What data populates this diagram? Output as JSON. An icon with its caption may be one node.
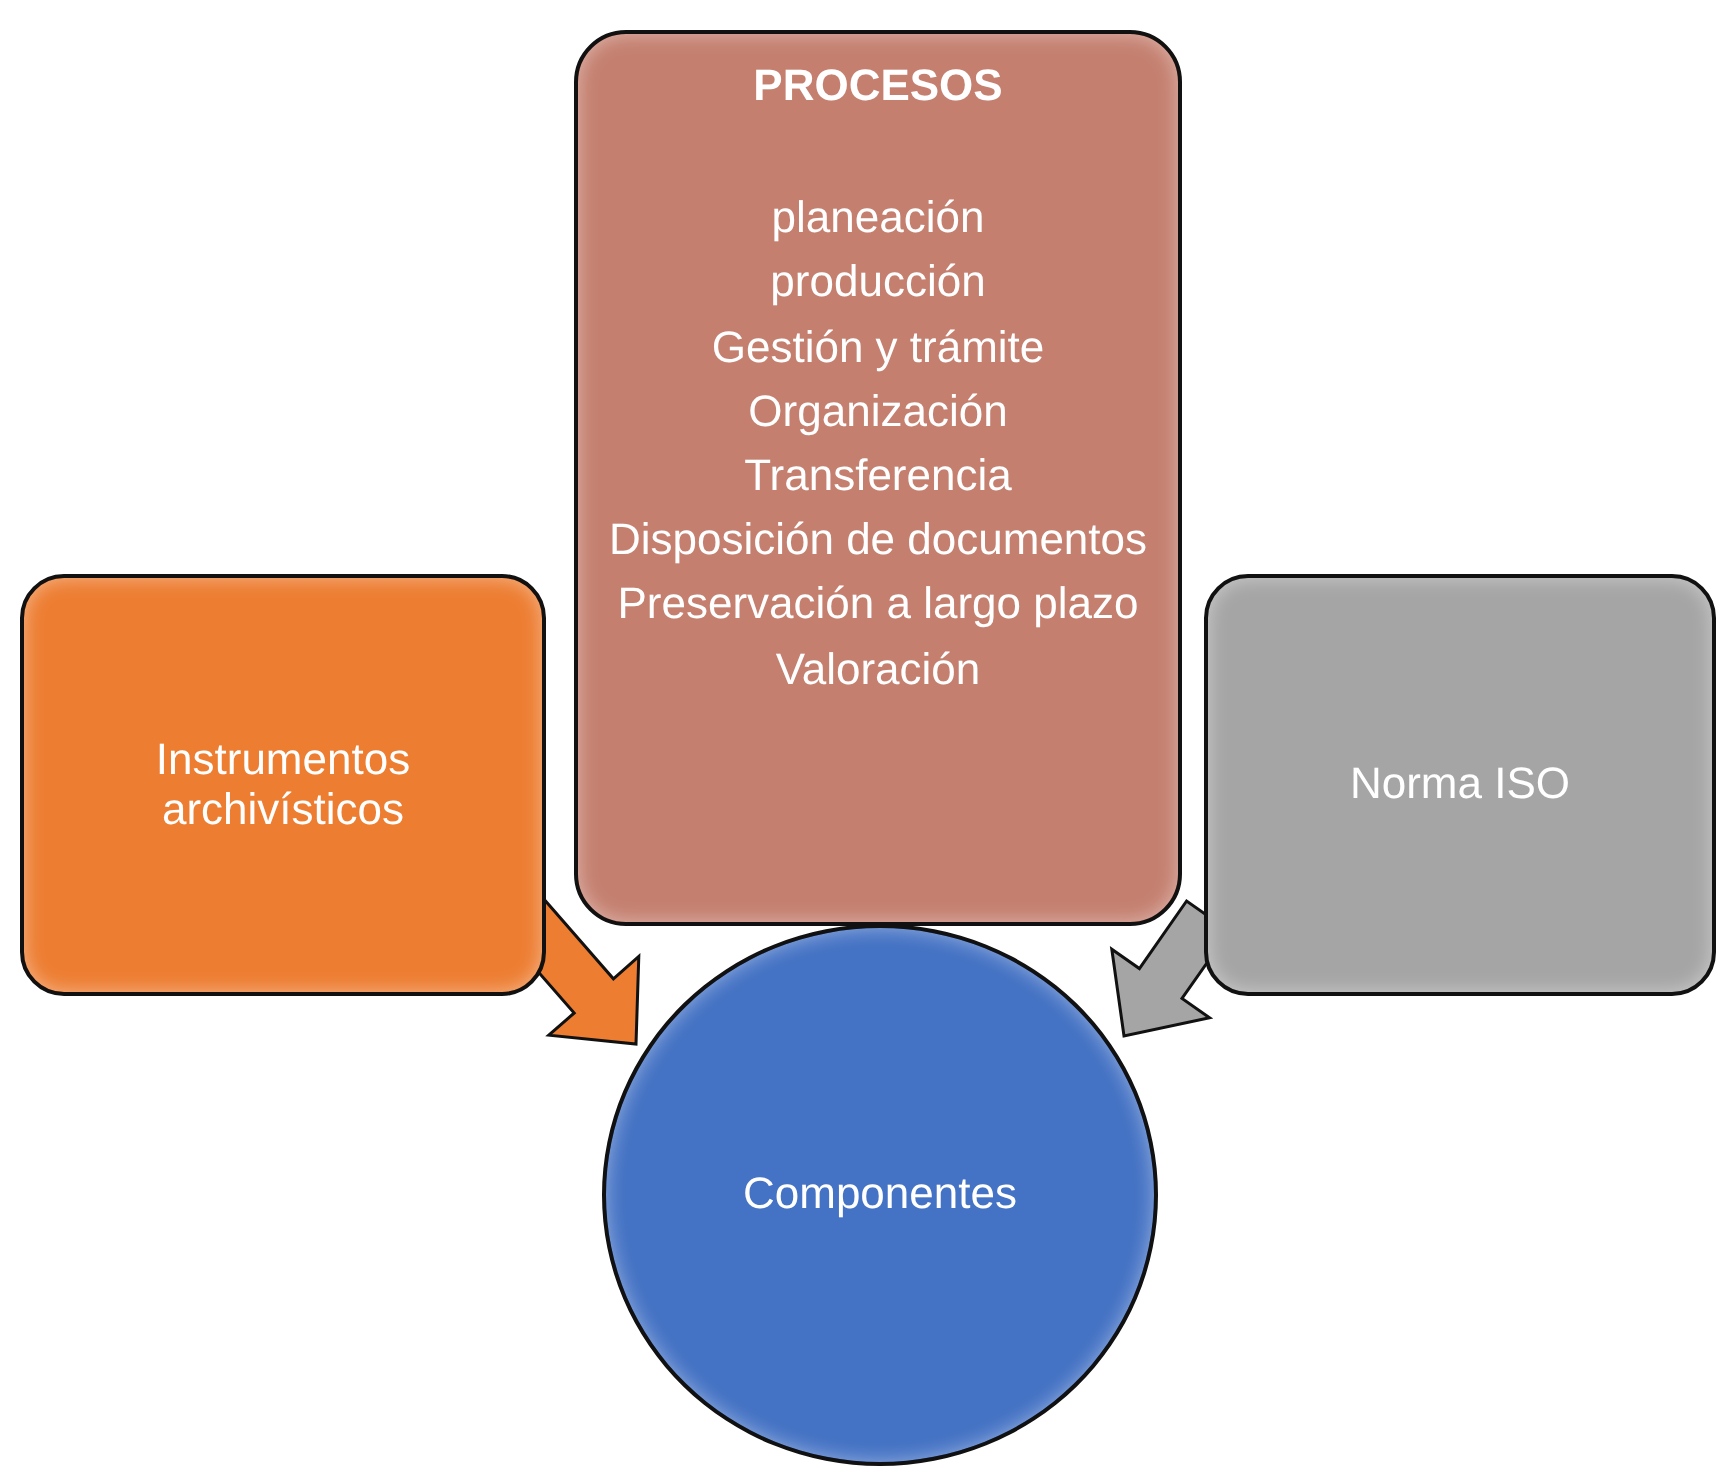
{
  "diagram": {
    "nodes": [
      {
        "text": [
          "Instrumentos archivísticos"
        ]
      },
      {
        "text": [
          "PROCESOS",
          "planeación",
          "producción",
          "Gestión y trámite",
          "Organización",
          "Transferencia",
          "Disposición de documentos",
          "Preservación a largo plazo",
          "Valoración"
        ]
      },
      {
        "text": [
          "Norma ISO"
        ]
      },
      {
        "text": [
          "Componentes"
        ]
      }
    ],
    "edges": [
      {
        "from": 0,
        "to": 3,
        "arrow": "to",
        "style": "thick",
        "color": "#ed7d31"
      },
      {
        "from": 2,
        "to": 3,
        "arrow": "to",
        "style": "thick",
        "color": "#a5a5a5"
      }
    ]
  }
}
